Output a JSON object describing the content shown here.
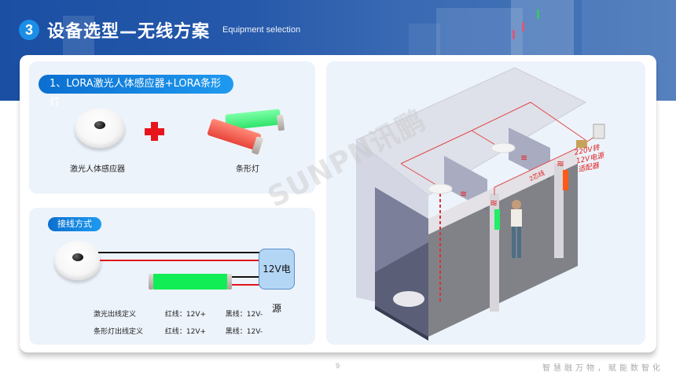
{
  "header": {
    "section_number": "3",
    "title": "设备选型—无线方案",
    "subtitle": "Equipment selection"
  },
  "product_panel": {
    "heading": "1、LORA激光人体感应器+LORA条形灯",
    "items": [
      {
        "label": "激光人体感应器",
        "icon": "laser-sensor-disc"
      },
      {
        "label": "条形灯",
        "icon": "bar-light-red-green"
      }
    ],
    "plus_icon": "red-plus"
  },
  "wiring_panel": {
    "heading": "接线方式",
    "power_supply_label": "12V电源",
    "definitions": [
      {
        "name": "激光出线定义",
        "red": "红线：12V+",
        "black": "黑线：12V-"
      },
      {
        "name": "条形灯出线定义",
        "red": "红线：12V+",
        "black": "黑线：12V-"
      }
    ]
  },
  "diagram_panel": {
    "adapter_label_lines": [
      "220V转",
      "12V电源",
      "适配器"
    ],
    "cable_label": "2芯线",
    "watermark": "SUNPN讯鹏"
  },
  "colors": {
    "brand_blue": "#1a4fa3",
    "badge_blue": "#1c8ee6",
    "panel_bg": "#edf3fb",
    "wire_red": "#e0141c",
    "light_green": "#22ee66",
    "light_orange": "#ff5a1a"
  },
  "footer": {
    "page_number": "9",
    "slogan": "智慧融万物，赋能数智化"
  }
}
